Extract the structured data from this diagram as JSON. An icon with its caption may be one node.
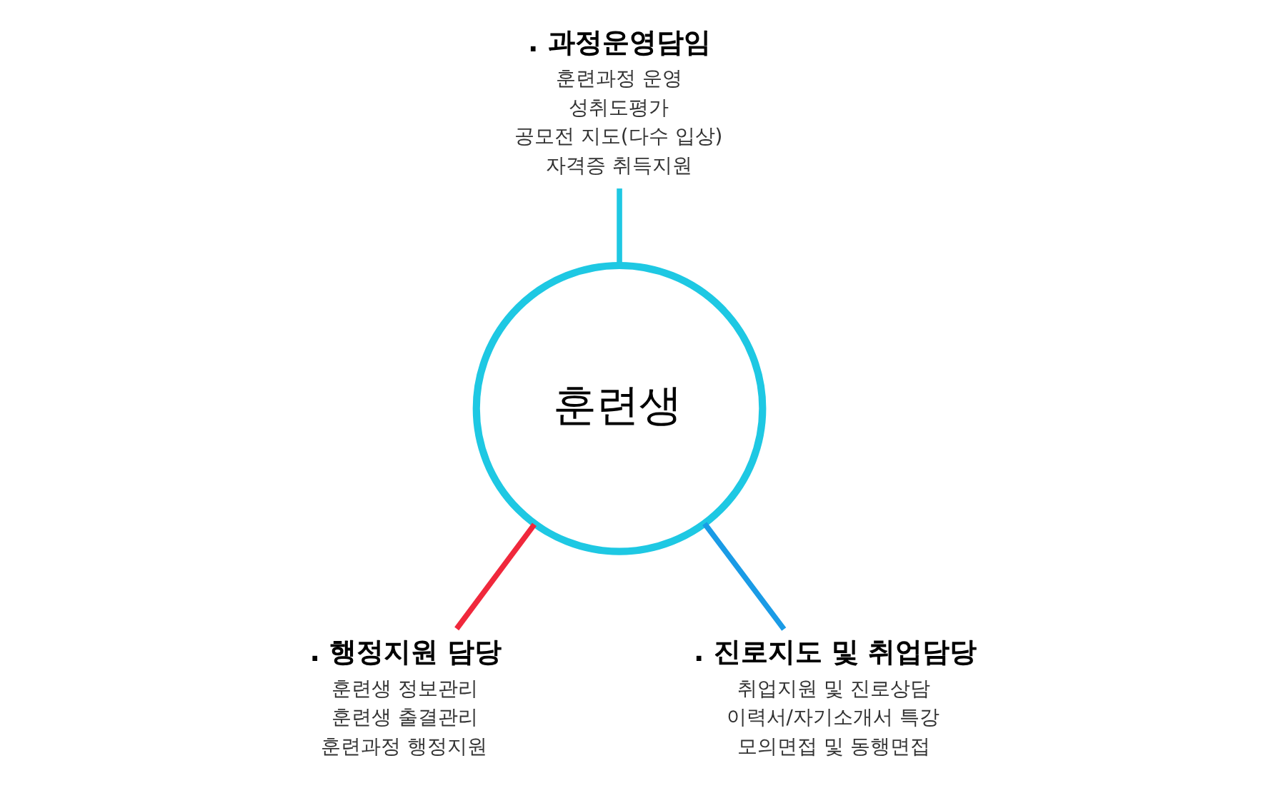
{
  "diagram": {
    "nodes": [
      {
        "text": [
          ". 과정운영담임",
          "훈련과정 운영",
          "성취도평가",
          "공모전 지도(다수 입상)",
          "자격증 취득지원"
        ]
      },
      {
        "text": [
          "훈련생"
        ]
      },
      {
        "text": [
          ". 행정지원 담당",
          "훈련생 정보관리",
          "훈련생 출결관리",
          "훈련과정 행정지원"
        ]
      },
      {
        "text": [
          ". 진로지도 및 취업담당",
          "취업지원 및 진로상담",
          "이력서/자기소개서 특강",
          "모의면접 및 동행면접"
        ]
      }
    ],
    "edges": [
      {
        "from": 0,
        "to": 1,
        "arrow": "none",
        "color": "#1ec8e3"
      },
      {
        "from": 1,
        "to": 2,
        "arrow": "none",
        "color": "#f0283c"
      },
      {
        "from": 1,
        "to": 3,
        "arrow": "none",
        "color": "#1a9be6"
      }
    ]
  }
}
